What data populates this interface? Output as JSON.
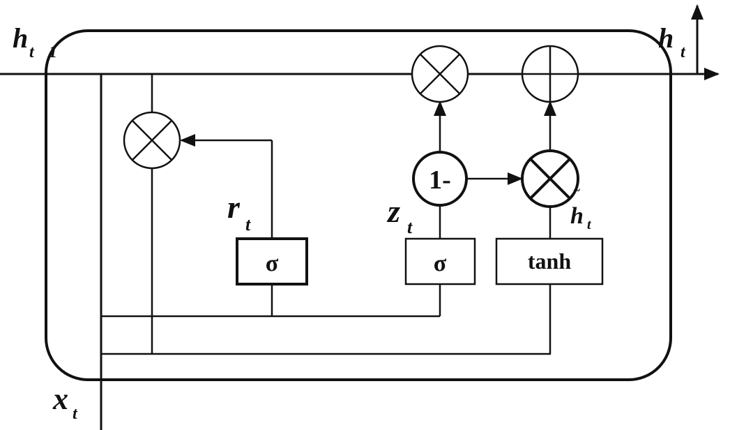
{
  "labels": {
    "h_prev": "h",
    "h_prev_sub": "t",
    "h_prev_sub2": "1",
    "h_out": "h",
    "h_out_sub": "t",
    "x_in": "x",
    "x_in_sub": "t",
    "r_gate": "r",
    "r_gate_sub": "t",
    "z_gate": "z",
    "z_gate_sub": "t",
    "h_tilde": "h",
    "h_tilde_sub": "t",
    "h_tilde_mark": "~"
  },
  "boxes": {
    "sigma_r": "σ",
    "sigma_z": "σ",
    "tanh": "tanh"
  },
  "ops": {
    "one_minus": "1-"
  }
}
